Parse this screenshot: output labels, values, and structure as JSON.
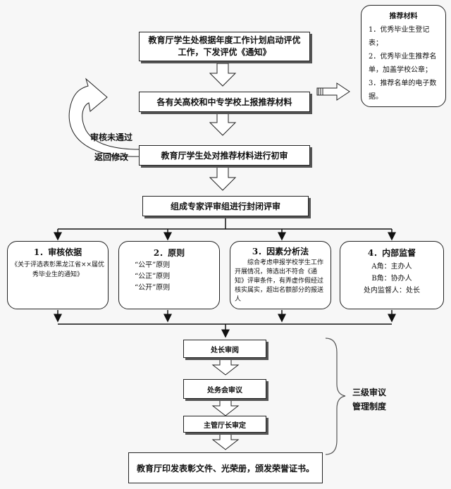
{
  "steps": {
    "s1": "教育厅学生处根据年度工作计划启动评优工作，下发评优《通知》",
    "s2": "各有关高校和中专学校上报推荐材料",
    "s3": "教育厅学生处对推荐材料进行初审",
    "s4": "组成专家评审组进行封闭评审",
    "final": "教育厅印发表彰文件、光荣册，颁发荣誉证书。"
  },
  "materials": {
    "title": "推荐材料",
    "items": [
      "1．优秀毕业生登记表；",
      "2．优秀毕业生推荐名单，加盖学校公章；",
      "3．推荐名单的电子数据。"
    ]
  },
  "return_loop": {
    "line1": "审核未通过",
    "line2": "返回修改"
  },
  "panels": [
    {
      "title": "1．审核依据",
      "lines": [
        "《关于评选表彰黑龙江省××届优秀毕业生的通知》"
      ]
    },
    {
      "title": "2．原则",
      "lines": [
        "“公平”原则",
        "“公正”原则",
        "“公开”原则"
      ]
    },
    {
      "title": "3．因素分析法",
      "lines": [
        "综合考虑申报学校学生工作开展情况，筛选出不符合《通知》评审条件，有弄虚作假经过核实属实，超出名额部分的报送人"
      ]
    },
    {
      "title": "4．内部监督",
      "lines": [
        "A角：主办人",
        "B角：协办人",
        "处内监督人：处长"
      ]
    }
  ],
  "review": {
    "r1": "处长审阅",
    "r2": "处务会审议",
    "r3": "主管厅长审定",
    "label_line1": "三级审议",
    "label_line2": "管理制度"
  }
}
